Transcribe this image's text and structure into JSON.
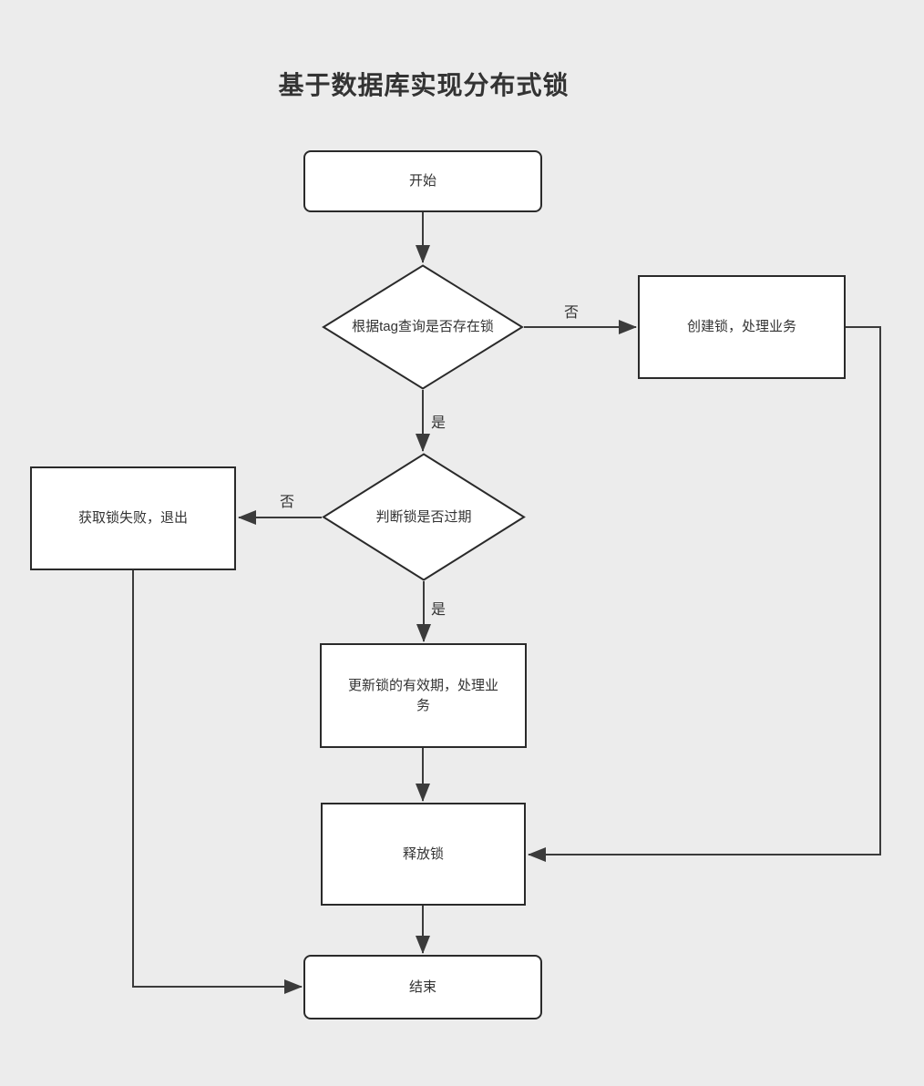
{
  "title": "基于数据库实现分布式锁",
  "colors": {
    "background": "#ececec",
    "node_fill": "#ffffff",
    "node_border": "#2a2a2a",
    "connector": "#3b3b3b",
    "text": "#333333"
  },
  "nodes": {
    "start": {
      "label": "开始",
      "shape": "rounded-rectangle"
    },
    "check_exists": {
      "label": "根据tag查询是否存在锁",
      "shape": "diamond"
    },
    "create_lock": {
      "label": "创建锁，处理业务",
      "shape": "rectangle"
    },
    "check_expired": {
      "label": "判断锁是否过期",
      "shape": "diamond"
    },
    "acquire_fail": {
      "label": "获取锁失败，退出",
      "shape": "rectangle"
    },
    "update_lock": {
      "label": "更新锁的有效期，处理业务",
      "shape": "rectangle"
    },
    "release_lock": {
      "label": "释放锁",
      "shape": "rectangle"
    },
    "end": {
      "label": "结束",
      "shape": "rounded-rectangle"
    }
  },
  "edge_labels": {
    "exists_no": "否",
    "exists_yes": "是",
    "expired_no": "否",
    "expired_yes": "是"
  }
}
